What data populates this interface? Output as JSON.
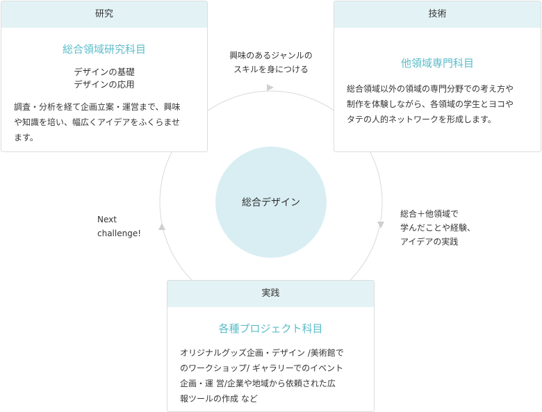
{
  "center": {
    "label": "総合デザイン"
  },
  "research": {
    "header": "研究",
    "title": "総合領域研究科目",
    "subtitle_lines": [
      "デザインの基礎",
      "デザインの応用"
    ],
    "body_lines": [
      "調査・分析を経て企画立案・運営まで、興味",
      "や知識を培い、幅広くアイデアをふくらませ",
      "ます。"
    ]
  },
  "tech": {
    "header": "技術",
    "title": "他領域専門科目",
    "body_lines": [
      "総合領域以外の領域の専門分野での考え方や",
      "制作を体験しながら、各領域の学生とヨコや",
      "タテの人的ネットワークを形成します。"
    ]
  },
  "practice": {
    "header": "実践",
    "title": "各種プロジェクト科目",
    "body_lines": [
      "オリジナルグッズ企画・デザイン /美術館で",
      "のワークショップ/ ギャラリーでのイベント",
      "企画・運 営/企業や地域から依頼された広",
      "報ツールの作成 など"
    ]
  },
  "arrow_labels": {
    "top_lines": [
      "興味のあるジャンルの",
      "スキルを身につける"
    ],
    "right_lines": [
      "総合＋他領域で",
      "学んだことや経験、",
      "アイデアの実践"
    ],
    "left_lines": [
      "Next",
      "challenge!"
    ]
  },
  "colors": {
    "accent": "#5bbcc9",
    "header_bg": "#e3f2f5",
    "center_bg": "#d8eef3",
    "cycle_line": "#d9d9d9"
  }
}
